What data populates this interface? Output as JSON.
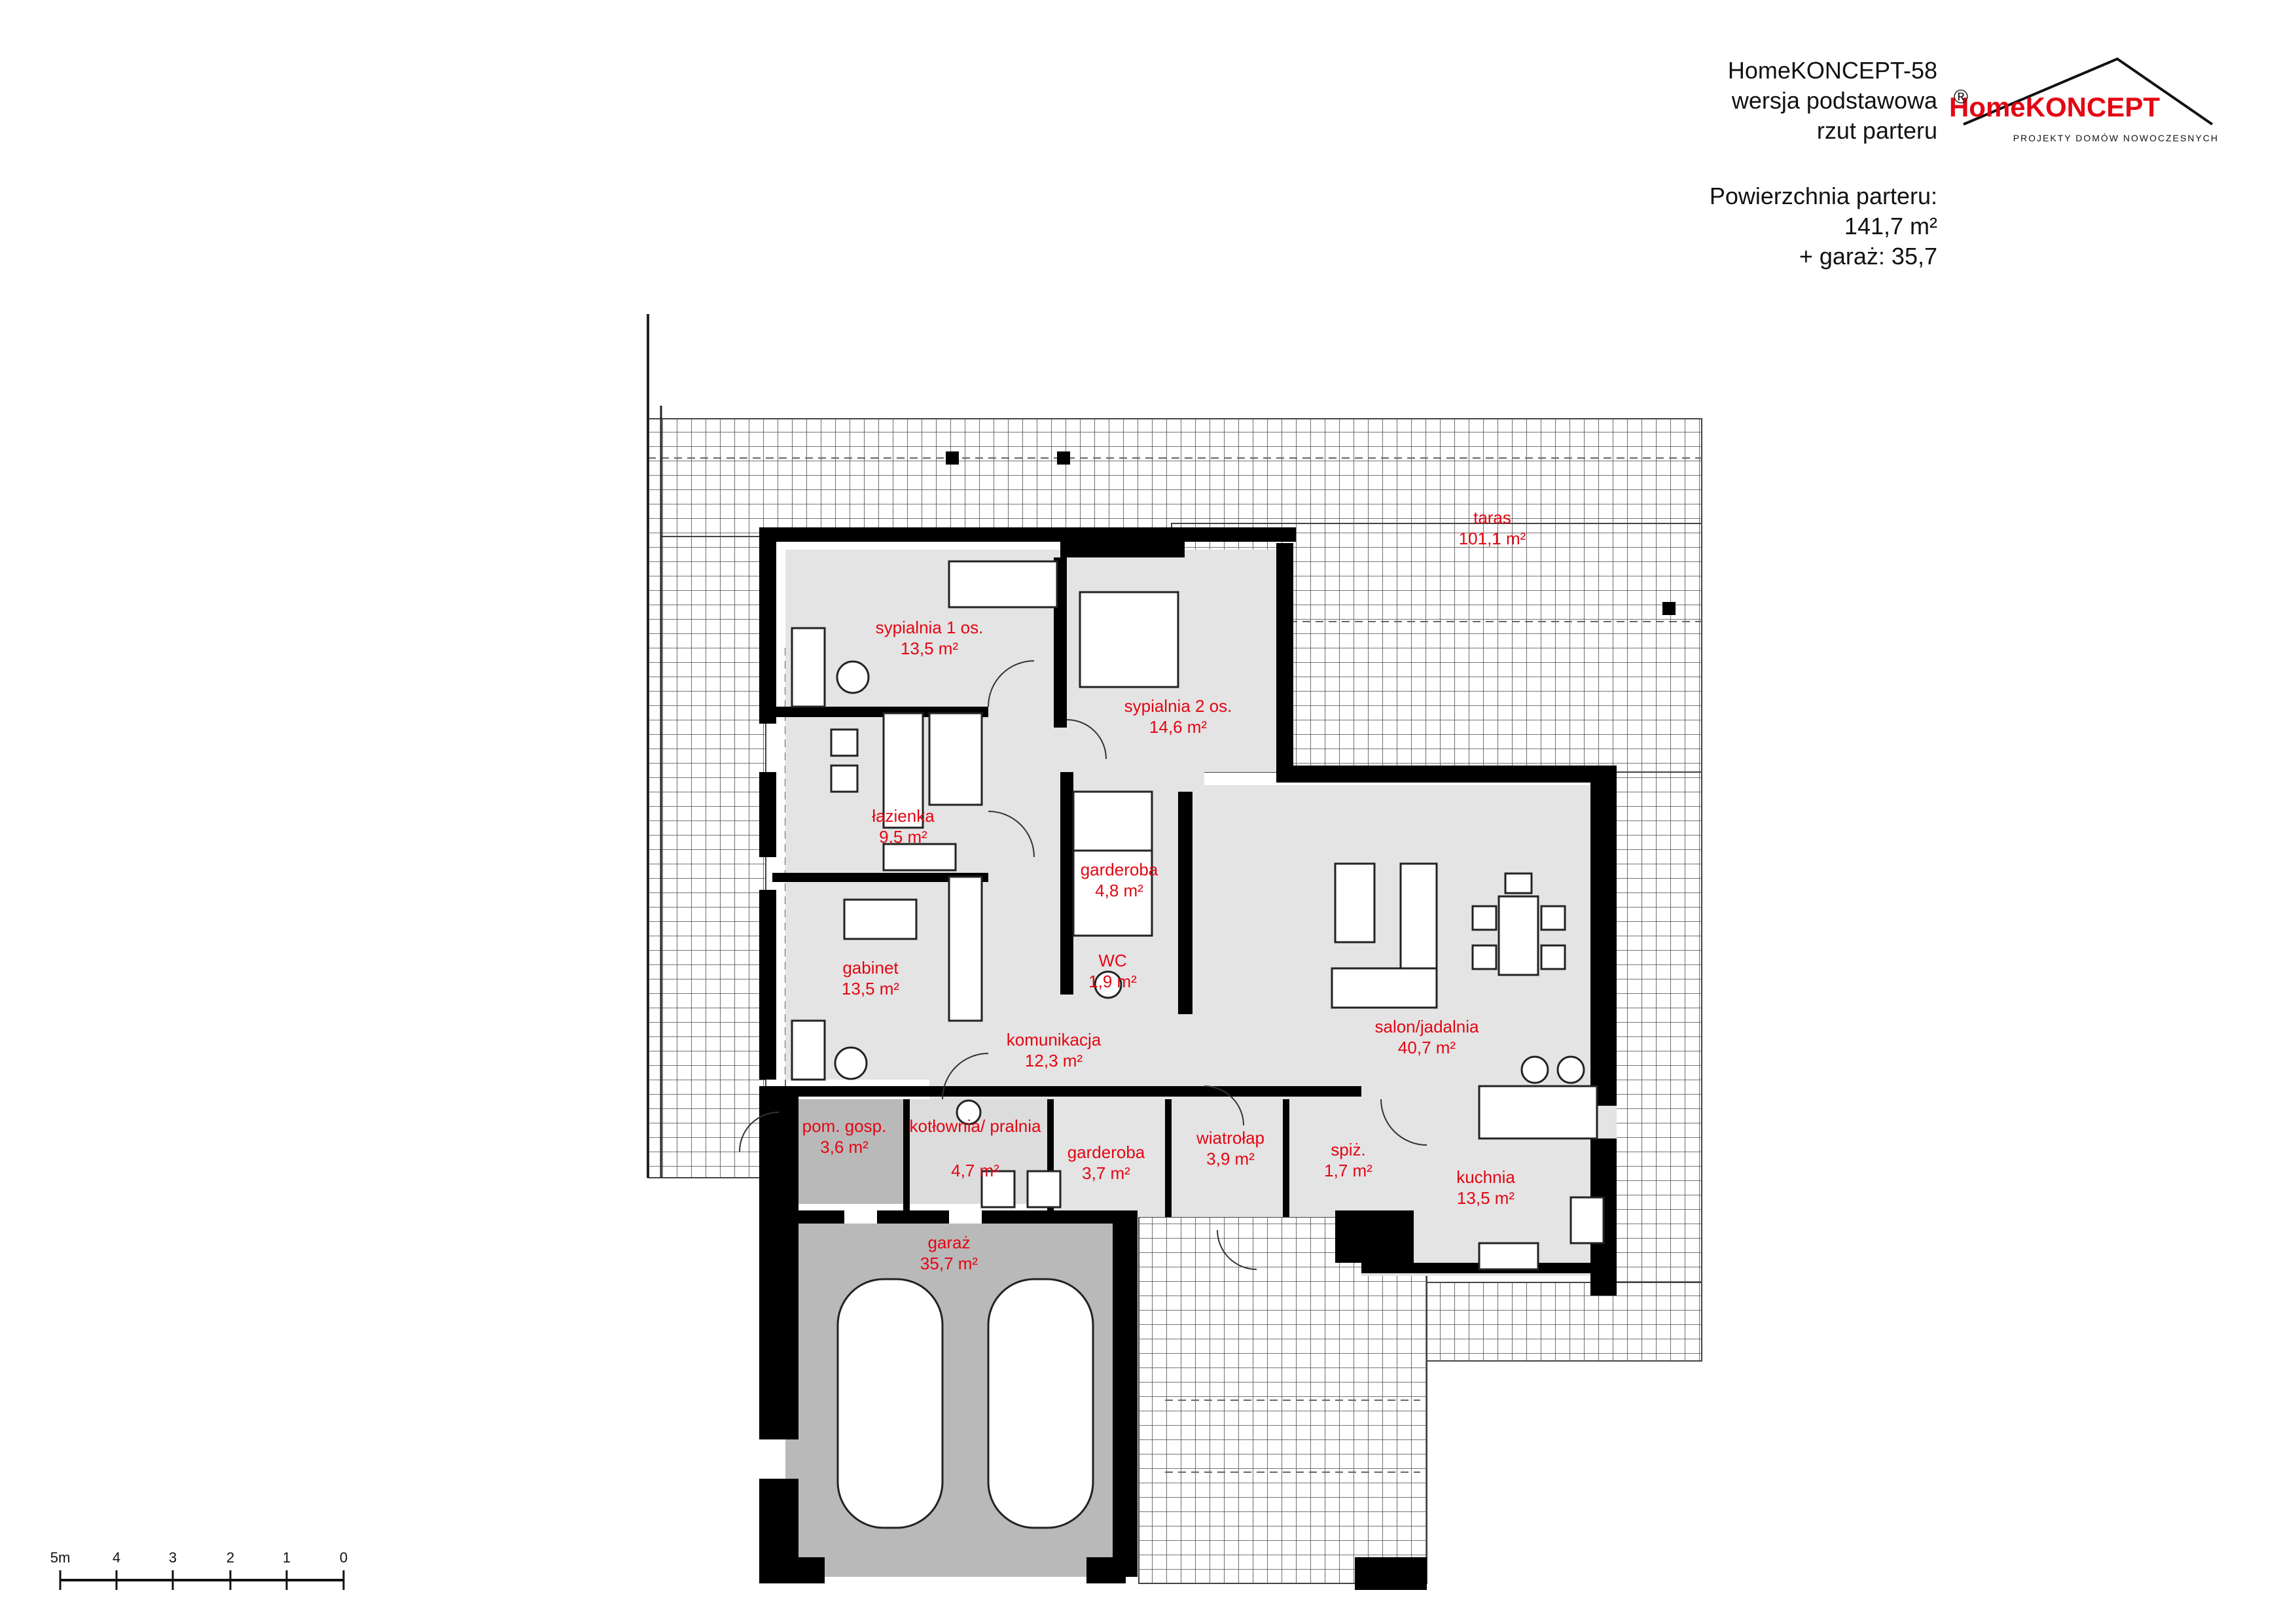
{
  "colors": {
    "room_label": "#e30613",
    "wall": "#000000",
    "room_fill": "#e5e5e5",
    "utility_fill": "#b9b9b9",
    "grid": "#555555",
    "logo_red": "#e30613"
  },
  "header": {
    "project_name": "HomeKONCEPT-58",
    "variant": "wersja podstawowa",
    "view": "rzut parteru",
    "area_label": "Powierzchnia parteru:",
    "area_value": "141,7 m²",
    "garage_value": "+ garaż: 35,7"
  },
  "logo": {
    "brand": "HomeKONCEPT",
    "registered_mark": "®",
    "tagline": "PROJEKTY DOMÓW NOWOCZESNYCH"
  },
  "rooms": [
    {
      "name": "taras",
      "area": "101,1 m²"
    },
    {
      "name": "sypialnia 1 os.",
      "area": "13,5 m²"
    },
    {
      "name": "sypialnia 2 os.",
      "area": "14,6 m²"
    },
    {
      "name": "łazienka",
      "area": "9,5 m²"
    },
    {
      "name": "garderoba",
      "area": "4,8 m²"
    },
    {
      "name": "WC",
      "area": "1,9 m²"
    },
    {
      "name": "gabinet",
      "area": "13,5 m²"
    },
    {
      "name": "komunikacja",
      "area": "12,3 m²"
    },
    {
      "name": "salon/jadalnia",
      "area": "40,7 m²"
    },
    {
      "name": "pom. gosp.",
      "area": "3,6 m²"
    },
    {
      "name": "kotłownia/ pralnia",
      "area": "4,7 m²"
    },
    {
      "name": "garderoba",
      "area": "3,7 m²"
    },
    {
      "name": "wiatrołap",
      "area": "3,9 m²"
    },
    {
      "name": "spiż.",
      "area": "1,7 m²"
    },
    {
      "name": "kuchnia",
      "area": "13,5 m²"
    },
    {
      "name": "garaż",
      "area": "35,7 m²"
    }
  ],
  "scale_bar": {
    "ticks": [
      "0",
      "1",
      "2",
      "3",
      "4",
      "5m"
    ]
  }
}
